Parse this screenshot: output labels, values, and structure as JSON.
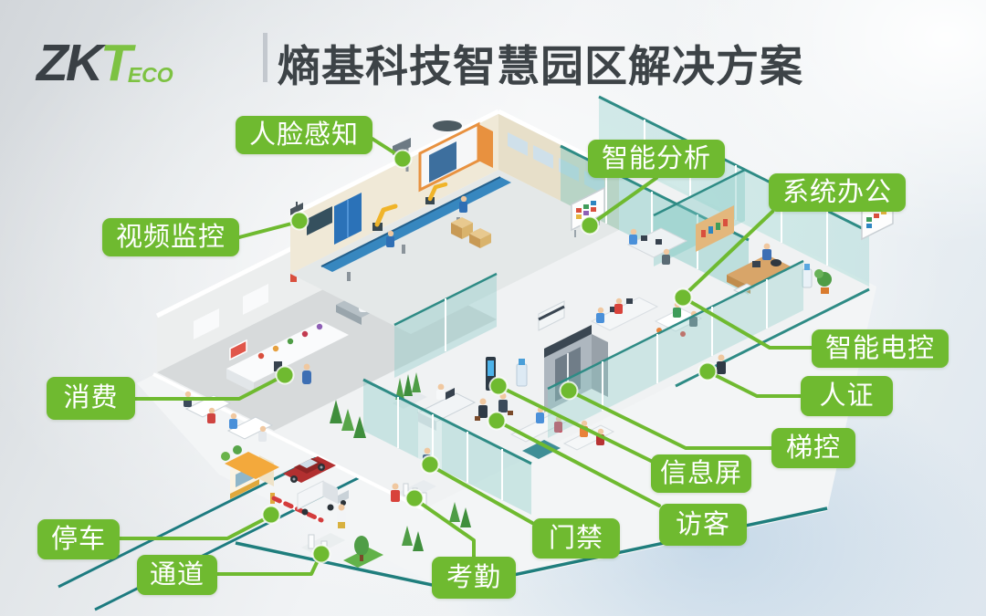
{
  "header": {
    "logo_zk": "ZK",
    "logo_t": "T",
    "logo_eco": "ECO",
    "title": "熵基科技智慧园区解决方案"
  },
  "colors": {
    "label_green": "#6fba30",
    "logo_green": "#7dc242",
    "logo_dark": "#3a4045",
    "title_dark": "#3d4347",
    "teal_edge": "#2e8b85",
    "road_teal": "#1d7b80"
  },
  "callouts": [
    {
      "id": "face-sensing",
      "text": "人脸感知"
    },
    {
      "id": "video-surveillance",
      "text": "视频监控"
    },
    {
      "id": "intelligent-analysis",
      "text": "智能分析"
    },
    {
      "id": "system-office",
      "text": "系统办公"
    },
    {
      "id": "smart-power-control",
      "text": "智能电控"
    },
    {
      "id": "id-verification",
      "text": "人证"
    },
    {
      "id": "elevator-control",
      "text": "梯控"
    },
    {
      "id": "info-screen",
      "text": "信息屏"
    },
    {
      "id": "visitor",
      "text": "访客"
    },
    {
      "id": "access-control",
      "text": "门禁"
    },
    {
      "id": "attendance",
      "text": "考勤"
    },
    {
      "id": "consumption",
      "text": "消费"
    },
    {
      "id": "parking",
      "text": "停车"
    },
    {
      "id": "passage",
      "text": "通道"
    }
  ]
}
